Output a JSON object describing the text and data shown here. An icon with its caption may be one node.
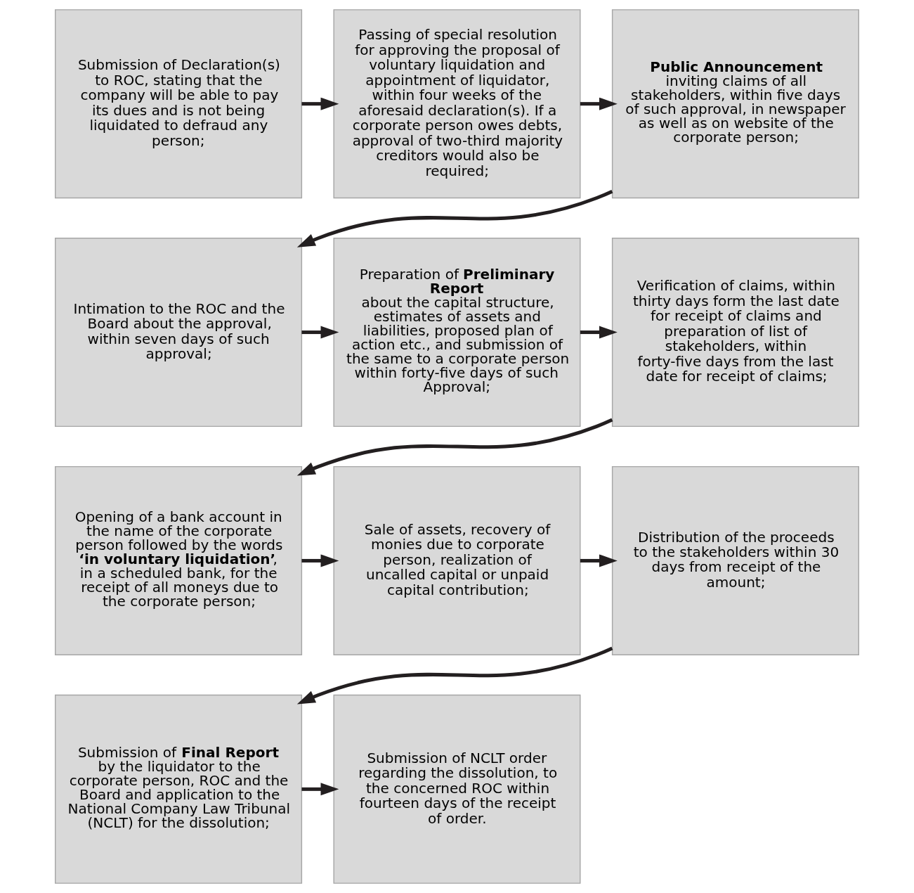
{
  "diagram": {
    "nodes": [
      {
        "text": [
          "Submission of Declaration(s) to ROC, stating that the company will be able to pay its dues and is not being liquidated to defraud any person;"
        ]
      },
      {
        "text": [
          "Passing of special resolution for approving the proposal of voluntary liquidation and appointment of liquidator, within four weeks of the aforesaid declaration(s). If a corporate person owes debts, approval of two-third majority creditors would also be required;"
        ]
      },
      {
        "text": [
          "**Public Announcement** inviting claims of all stakeholders, within five days of such approval, in newspaper as well as on website of the corporate person;"
        ]
      },
      {
        "text": [
          "Intimation to the ROC and the Board about the approval, within seven days of such approval;"
        ]
      },
      {
        "text": [
          "Preparation of **Preliminary Report** about the capital structure, estimates of assets and liabilities, proposed plan of action etc., and submission of the same to a corporate person within forty-five days of such Approval;"
        ]
      },
      {
        "text": [
          "Verification of claims, within thirty days form the last date for receipt of claims and preparation of list of stakeholders, within forty-five days from the last date for receipt of claims;"
        ]
      },
      {
        "text": [
          "Opening of a bank account in the name of the corporate person followed by the words **‘in voluntary liquidation’**, in a scheduled bank, for the receipt of all moneys due to the corporate person;"
        ]
      },
      {
        "text": [
          "Sale of assets, recovery of monies due to corporate person, realization of uncalled capital or unpaid capital contribution;"
        ]
      },
      {
        "text": [
          "Distribution of the proceeds to the stakeholders within 30 days from receipt of the amount;"
        ]
      },
      {
        "text": [
          "Submission of **Final Report** by the liquidator to the corporate person, ROC and the Board and application to the National Company Law Tribunal (NCLT) for the dissolution;"
        ]
      },
      {
        "text": [
          "Submission of NCLT order regarding the dissolution, to the concerned ROC within fourteen days of the receipt of order."
        ]
      }
    ],
    "edges": [
      {
        "from": 0,
        "to": 1,
        "arrow": "to"
      },
      {
        "from": 1,
        "to": 2,
        "arrow": "to"
      },
      {
        "from": 2,
        "to": 3,
        "arrow": "to"
      },
      {
        "from": 3,
        "to": 4,
        "arrow": "to"
      },
      {
        "from": 4,
        "to": 5,
        "arrow": "to"
      },
      {
        "from": 5,
        "to": 6,
        "arrow": "to"
      },
      {
        "from": 6,
        "to": 7,
        "arrow": "to"
      },
      {
        "from": 7,
        "to": 8,
        "arrow": "to"
      },
      {
        "from": 8,
        "to": 9,
        "arrow": "to"
      },
      {
        "from": 9,
        "to": 10,
        "arrow": "to"
      }
    ]
  }
}
